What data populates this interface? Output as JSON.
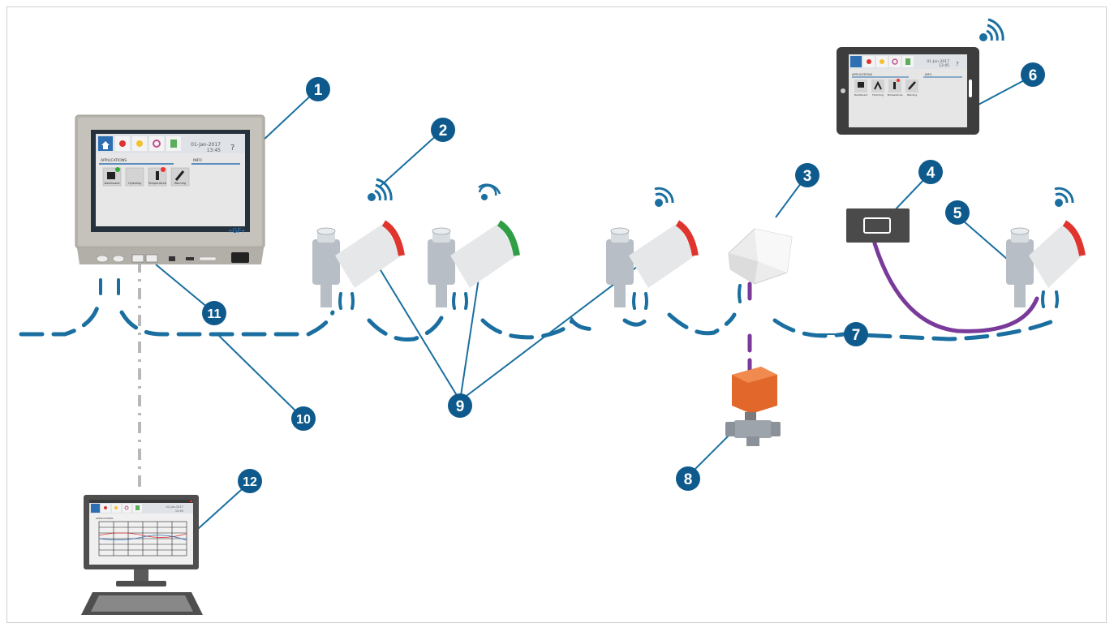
{
  "colors": {
    "badge": "#0f5a8c",
    "bus_line": "#1a6fa0",
    "wireless_lines": "#1a6fa0",
    "cable": "#7a3a9a",
    "ethernet_line": "#b8b8b8",
    "sensor_red": "#e0342e",
    "sensor_green": "#2f9e44",
    "actuator_orange": "#e2672a",
    "screen_blue": "#2d6fb0"
  },
  "callouts": [
    {
      "id": "1",
      "label": "1"
    },
    {
      "id": "2",
      "label": "2"
    },
    {
      "id": "3",
      "label": "3"
    },
    {
      "id": "4",
      "label": "4"
    },
    {
      "id": "5",
      "label": "5"
    },
    {
      "id": "6",
      "label": "6"
    },
    {
      "id": "7",
      "label": "7"
    },
    {
      "id": "8",
      "label": "8"
    },
    {
      "id": "9",
      "label": "9"
    },
    {
      "id": "10",
      "label": "10"
    },
    {
      "id": "11",
      "label": "11"
    },
    {
      "id": "12",
      "label": "12"
    }
  ],
  "panel": {
    "brand": "+GF+",
    "date": "01-Jan-2017",
    "time": "13:45",
    "help": "?",
    "section_left": "APPLICATIONS",
    "section_right": "INFO",
    "apps": [
      "Dashboard",
      "Hydrolog",
      "Temperature",
      "Warning"
    ]
  },
  "tablet": {
    "date": "01-Jan-2017",
    "time": "13:45",
    "help": "?",
    "section_left": "APPLICATIONS",
    "section_right": "INFO",
    "apps": [
      "Dashboard",
      "Hydrolog",
      "Temperature",
      "Warning"
    ]
  },
  "pc": {
    "date": "01-Jan-2017",
    "time": "13:45",
    "section_left": "APPLICATIONS"
  }
}
